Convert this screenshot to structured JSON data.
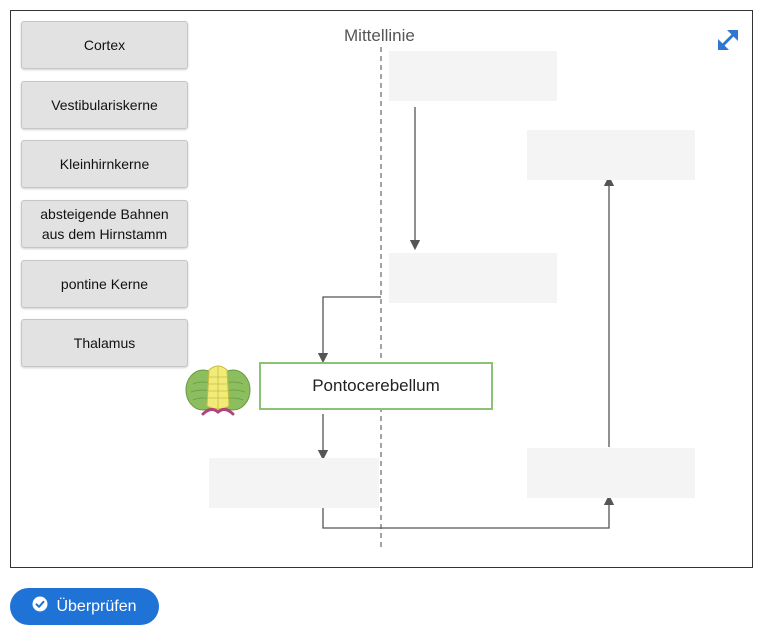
{
  "midline_label": "Mittellinie",
  "chips": [
    {
      "label": "Cortex"
    },
    {
      "label": "Vestibulariskerne"
    },
    {
      "label": "Kleinhirnkerne"
    },
    {
      "label": "absteigende Bahnen aus dem Hirnstamm"
    },
    {
      "label": "pontine Kerne"
    },
    {
      "label": "Thalamus"
    }
  ],
  "fixed_box_label": "Pontocerebellum",
  "check_button_label": "Überprüfen",
  "colors": {
    "accent": "#1f72d6",
    "box_border": "#8cc275",
    "drop_zone": "#f4f4f4",
    "chip_bg": "#e2e2e2"
  },
  "icons": {
    "expand": "expand-arrows-icon",
    "check": "check-circle-icon",
    "cerebellum": "cerebellum-icon"
  }
}
